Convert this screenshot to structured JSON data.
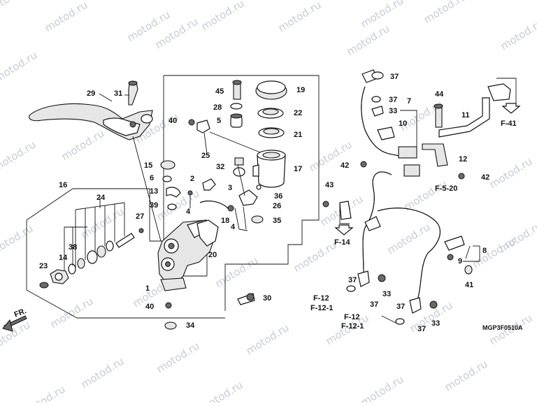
{
  "watermark": "motod.ru",
  "diagram_code": "MGP3F0510A",
  "front_indicator": "FR.",
  "callouts": [
    {
      "id": "c37a",
      "text": "37"
    },
    {
      "id": "c37b",
      "text": "37"
    },
    {
      "id": "c33a",
      "text": "33"
    },
    {
      "id": "c7",
      "text": "7"
    },
    {
      "id": "c10",
      "text": "10"
    },
    {
      "id": "c44",
      "text": "44"
    },
    {
      "id": "c11",
      "text": "11"
    },
    {
      "id": "c12",
      "text": "12"
    },
    {
      "id": "c42a",
      "text": "42"
    },
    {
      "id": "c42b",
      "text": "42"
    },
    {
      "id": "c43",
      "text": "43"
    },
    {
      "id": "c8",
      "text": "8"
    },
    {
      "id": "c9",
      "text": "9"
    },
    {
      "id": "c41",
      "text": "41"
    },
    {
      "id": "c37c",
      "text": "37"
    },
    {
      "id": "c37d",
      "text": "37"
    },
    {
      "id": "c33b",
      "text": "33"
    },
    {
      "id": "c37e",
      "text": "37"
    },
    {
      "id": "c37f",
      "text": "37"
    },
    {
      "id": "c33c",
      "text": "33"
    },
    {
      "id": "c29",
      "text": "29"
    },
    {
      "id": "c31",
      "text": "31"
    },
    {
      "id": "c45",
      "text": "45"
    },
    {
      "id": "c19",
      "text": "19"
    },
    {
      "id": "c28",
      "text": "28"
    },
    {
      "id": "c22",
      "text": "22"
    },
    {
      "id": "c5",
      "text": "5"
    },
    {
      "id": "c21",
      "text": "21"
    },
    {
      "id": "c40a",
      "text": "40"
    },
    {
      "id": "c25",
      "text": "25"
    },
    {
      "id": "c15",
      "text": "15"
    },
    {
      "id": "c32",
      "text": "32"
    },
    {
      "id": "c17",
      "text": "17"
    },
    {
      "id": "c6",
      "text": "6"
    },
    {
      "id": "c2",
      "text": "2"
    },
    {
      "id": "c3",
      "text": "3"
    },
    {
      "id": "c13",
      "text": "13"
    },
    {
      "id": "c36",
      "text": "36"
    },
    {
      "id": "c39",
      "text": "39"
    },
    {
      "id": "c4a",
      "text": "4"
    },
    {
      "id": "c26",
      "text": "26"
    },
    {
      "id": "c35",
      "text": "35"
    },
    {
      "id": "c18",
      "text": "18"
    },
    {
      "id": "c4b",
      "text": "4"
    },
    {
      "id": "c16",
      "text": "16"
    },
    {
      "id": "c24",
      "text": "24"
    },
    {
      "id": "c27",
      "text": "27"
    },
    {
      "id": "c38",
      "text": "38"
    },
    {
      "id": "c14",
      "text": "14"
    },
    {
      "id": "c20",
      "text": "20"
    },
    {
      "id": "c23",
      "text": "23"
    },
    {
      "id": "c1",
      "text": "1"
    },
    {
      "id": "c40b",
      "text": "40"
    },
    {
      "id": "c30",
      "text": "30"
    },
    {
      "id": "c34",
      "text": "34"
    }
  ],
  "references": [
    {
      "id": "r_f41",
      "text": "F-41"
    },
    {
      "id": "r_f520",
      "text": "F-5-20"
    },
    {
      "id": "r_f14",
      "text": "F-14"
    },
    {
      "id": "r_f12a",
      "text": "F-12"
    },
    {
      "id": "r_f121a",
      "text": "F-12-1"
    },
    {
      "id": "r_f12b",
      "text": "F-12"
    },
    {
      "id": "r_f121b",
      "text": "F-12-1"
    }
  ]
}
